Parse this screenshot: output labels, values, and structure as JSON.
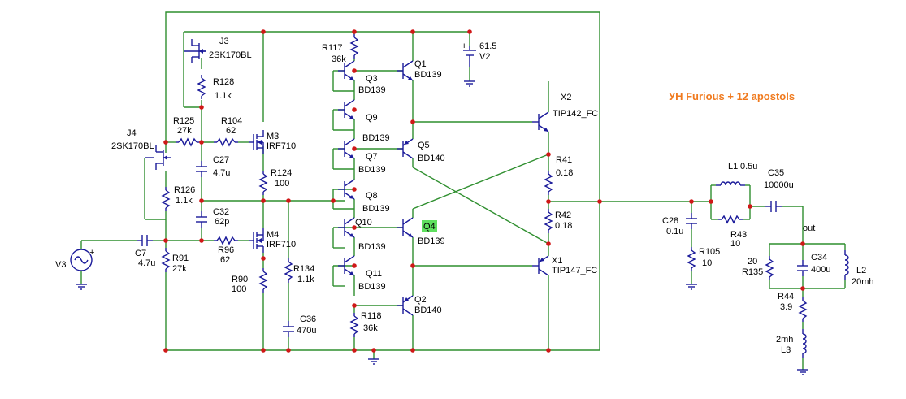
{
  "title": "УН Furious +   12 apostols",
  "colors": {
    "wire": "#2f8f2f",
    "component": "#1a1a9a",
    "junction": "#d01818",
    "title": "#f07a1e",
    "highlight": "#5fe05f"
  },
  "components": {
    "J3": {
      "ref": "J3",
      "value": "2SK170BL"
    },
    "J4": {
      "ref": "J4",
      "value": "2SK170BL"
    },
    "R128": {
      "ref": "R128",
      "value": "1.1k"
    },
    "R125": {
      "ref": "R125",
      "value": "27k"
    },
    "R104": {
      "ref": "R104",
      "value": "62"
    },
    "M3": {
      "ref": "M3",
      "value": "IRF710"
    },
    "C27": {
      "ref": "C27",
      "value": "4.7u"
    },
    "R124": {
      "ref": "R124",
      "value": "100"
    },
    "R126": {
      "ref": "R126",
      "value": "1.1k"
    },
    "C32": {
      "ref": "C32",
      "value": "62p"
    },
    "R96": {
      "ref": "R96",
      "value": "62"
    },
    "M4": {
      "ref": "M4",
      "value": "IRF710"
    },
    "C7": {
      "ref": "C7",
      "value": "4.7u"
    },
    "V3": {
      "ref": "V3"
    },
    "R91": {
      "ref": "R91",
      "value": "27k"
    },
    "R90": {
      "ref": "R90",
      "value": "100"
    },
    "R134": {
      "ref": "R134",
      "value": "1.1k"
    },
    "C36": {
      "ref": "C36",
      "value": "470u"
    },
    "R117": {
      "ref": "R117",
      "value": "36k"
    },
    "Q3": {
      "ref": "Q3",
      "value": "BD139"
    },
    "Q9": {
      "ref": "Q9",
      "value": "BD139"
    },
    "Q7": {
      "ref": "Q7",
      "value": "BD139"
    },
    "Q8": {
      "ref": "Q8",
      "value": "BD139"
    },
    "Q10": {
      "ref": "Q10",
      "value": "BD139"
    },
    "Q11": {
      "ref": "Q11",
      "value": "BD139"
    },
    "R118": {
      "ref": "R118",
      "value": "36k"
    },
    "Q1": {
      "ref": "Q1",
      "value": "BD139"
    },
    "Q5": {
      "ref": "Q5",
      "value": "BD140"
    },
    "Q4": {
      "ref": "Q4",
      "value": "BD139"
    },
    "Q2": {
      "ref": "Q2",
      "value": "BD140"
    },
    "V2": {
      "ref": "V2",
      "value": "61.5"
    },
    "X2": {
      "ref": "X2",
      "value": "TIP142_FC"
    },
    "X1": {
      "ref": "X1",
      "value": "TIP147_FC"
    },
    "R41": {
      "ref": "R41",
      "value": "0.18"
    },
    "R42": {
      "ref": "R42",
      "value": "0.18"
    },
    "C28": {
      "ref": "C28",
      "value": "0.1u"
    },
    "R105": {
      "ref": "R105",
      "value": "10"
    },
    "L1": {
      "ref": "L1",
      "value": "0.5u"
    },
    "R43": {
      "ref": "R43",
      "value": "10"
    },
    "C35": {
      "ref": "C35",
      "value": "10000u"
    },
    "out": {
      "label": "out"
    },
    "R135": {
      "ref": "R135",
      "value": "20"
    },
    "C34": {
      "ref": "C34",
      "value": "400u"
    },
    "L2": {
      "ref": "L2",
      "value": "20mh"
    },
    "R44": {
      "ref": "R44",
      "value": "3.9"
    },
    "L3": {
      "ref": "L3",
      "value": "2mh"
    }
  }
}
